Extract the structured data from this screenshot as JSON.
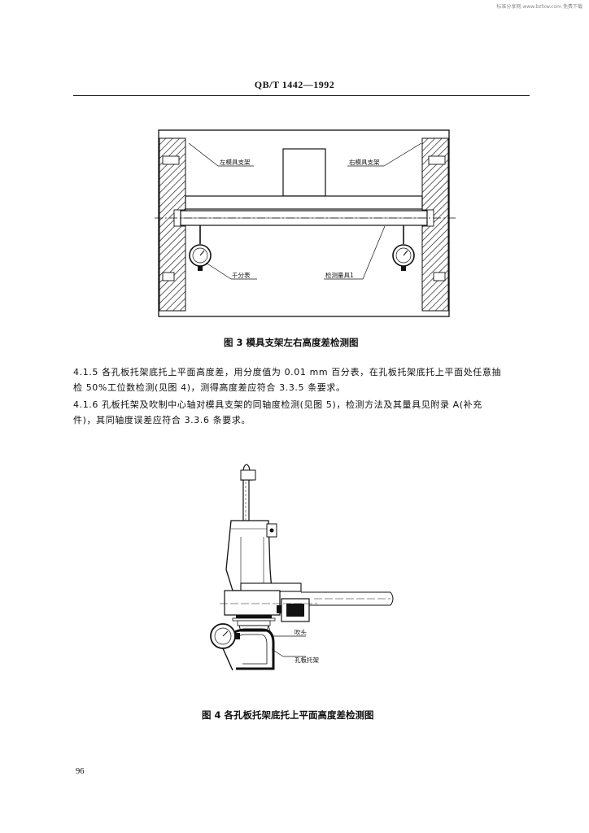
{
  "watermark": "标准分享网 www.bzfxw.com 免费下载",
  "header": "QB/T 1442—1992",
  "figure3": {
    "caption": "图 3   模具支架左右高度差检测图",
    "labels": {
      "left_support": "左模具支架",
      "right_support": "右模具支架",
      "dial_gauge": "千分表",
      "gauge_tool": "检测量具1"
    }
  },
  "paragraphs": [
    {
      "line1": "4.1.5   各孔板托架底托上平面高度差，用分度值为 0.01 mm 百分表，在孔板托架底托上平面处任意抽",
      "line2": "检 50%工位数检测(见图 4)，测得高度差应符合 3.3.5 条要求。"
    },
    {
      "line1": "4.1.6   孔板托架及吹制中心轴对模具支架的同轴度检测(见图 5)，检测方法及其量具见附录 A(补充",
      "line2": "件)，其同轴度误差应符合 3.3.6 条要求。"
    }
  ],
  "figure4": {
    "caption": "图 4   各孔板托架底托上平面高度差检测图",
    "labels": {
      "nozzle": "吹头",
      "orifice_bracket": "孔板托架"
    }
  },
  "page_number": "96"
}
